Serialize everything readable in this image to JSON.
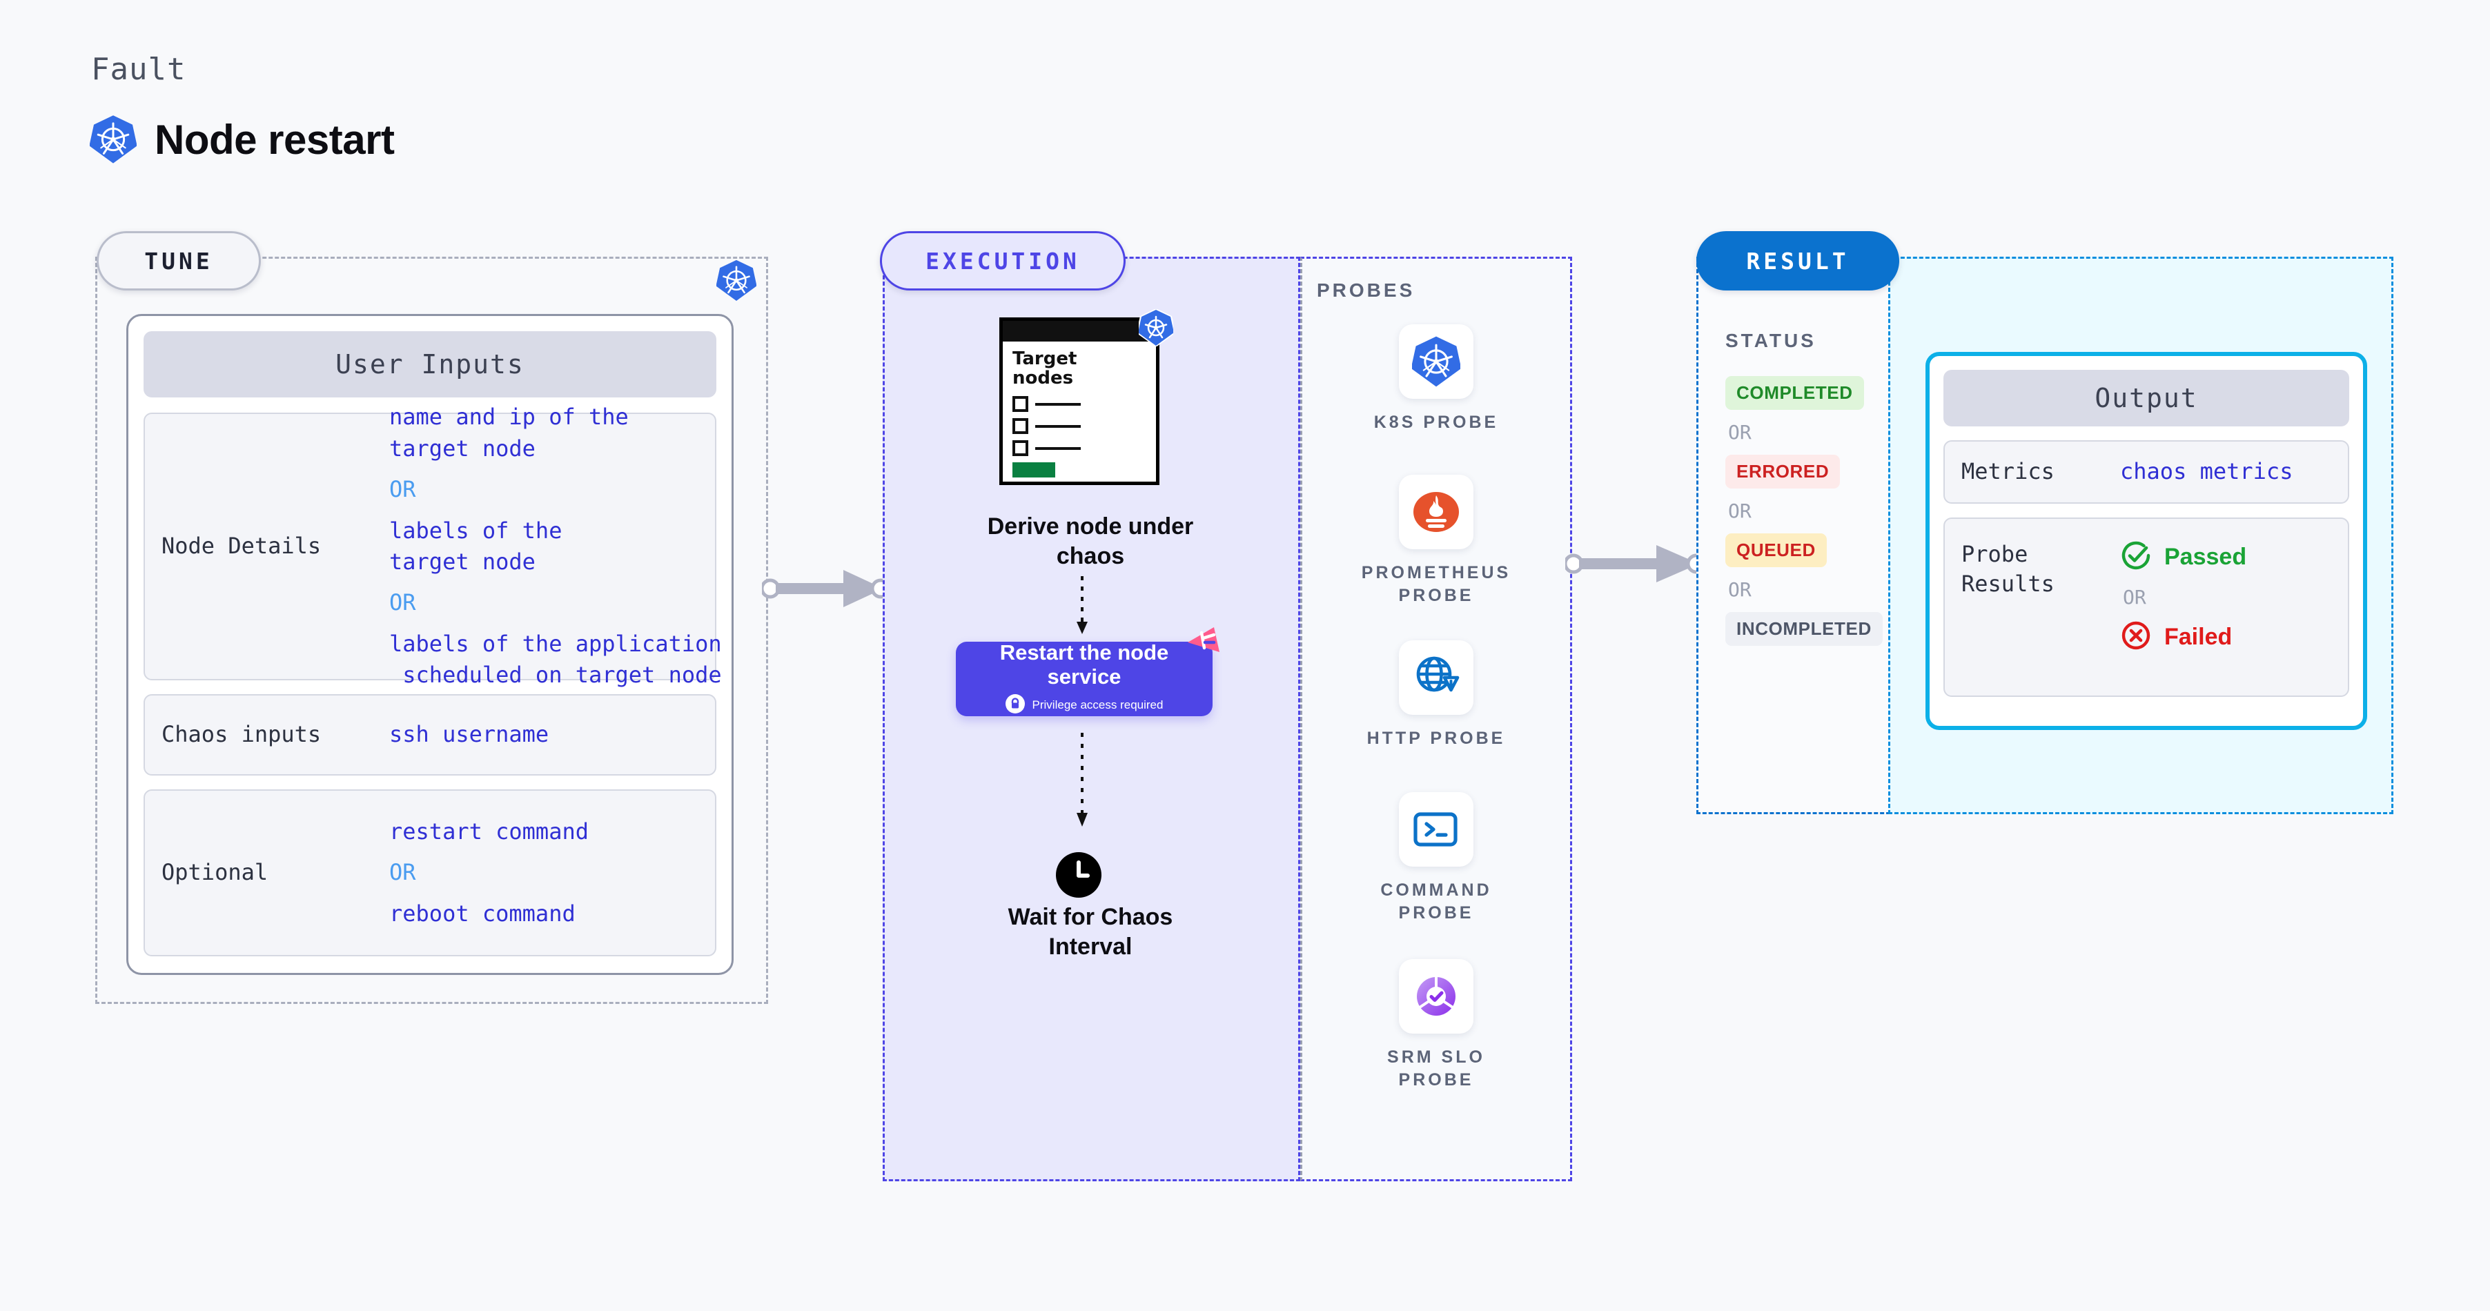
{
  "header": {
    "eyebrow": "Fault",
    "title": "Node restart",
    "icon": "kubernetes-icon"
  },
  "panels": {
    "tune": {
      "tag": "TUNE",
      "badge_icon": "kubernetes-icon",
      "card": {
        "header": "User Inputs",
        "rows": [
          {
            "key": "Node Details",
            "values": [
              "name and ip of the\ntarget node",
              "labels of the\ntarget node",
              "labels of the application\n scheduled on target node"
            ],
            "separator": "OR"
          },
          {
            "key": "Chaos inputs",
            "values": [
              "ssh username"
            ],
            "separator": ""
          },
          {
            "key": "Optional",
            "values": [
              "restart command",
              "reboot command"
            ],
            "separator": "OR"
          }
        ]
      }
    },
    "execution": {
      "tag": "EXECUTION",
      "steps": [
        {
          "card_title": "Target\nnodes",
          "card_badge_icon": "kubernetes-icon",
          "label": "Derive node under\nchaos"
        },
        {
          "label": "Restart the node\nservice",
          "sub_label": "Privilege access required",
          "sub_icon": "lock-icon",
          "badge_icon": "litmus-chaos-icon"
        },
        {
          "icon": "clock-icon",
          "label": "Wait for Chaos\nInterval"
        }
      ]
    },
    "probes": {
      "label": "PROBES",
      "items": [
        {
          "name": "K8S PROBE",
          "icon": "kubernetes-icon"
        },
        {
          "name": "PROMETHEUS\nPROBE",
          "icon": "prometheus-icon"
        },
        {
          "name": "HTTP PROBE",
          "icon": "globe-warning-icon"
        },
        {
          "name": "COMMAND\nPROBE",
          "icon": "terminal-icon"
        },
        {
          "name": "SRM SLO\nPROBE",
          "icon": "srm-slo-icon"
        }
      ]
    },
    "result": {
      "tag": "RESULT",
      "status_label": "STATUS",
      "separator": "OR",
      "statuses": [
        {
          "label": "COMPLETED",
          "color": "#1f8a29",
          "bg": "#dff5da"
        },
        {
          "label": "ERRORED",
          "color": "#cc2121",
          "bg": "#fdeaea"
        },
        {
          "label": "QUEUED",
          "color": "#cc2121",
          "bg": "#fdeec2"
        },
        {
          "label": "INCOMPLETED",
          "color": "#4e5668",
          "bg": "#eef0f5"
        }
      ],
      "output": {
        "header": "Output",
        "rows": [
          {
            "key": "Metrics",
            "value": "chaos metrics"
          },
          {
            "key": "Probe\nResults",
            "pass_label": "Passed",
            "pass_icon": "check-circle-icon",
            "separator": "OR",
            "fail_label": "Failed",
            "fail_icon": "x-circle-icon"
          }
        ]
      }
    }
  },
  "connectors": [
    {
      "name": "tune-to-execution"
    },
    {
      "name": "execution-to-result"
    }
  ],
  "colors": {
    "k8s_blue": "#326ce5",
    "purple": "#4e45e6",
    "mono_value_blue": "#2f2fd4",
    "or_blue": "#4a9cf0",
    "result_blue": "#0b72ce",
    "output_cyan": "#0cb0e8",
    "pass_green": "#1aa336",
    "fail_red": "#e01b1b",
    "prometheus_orange": "#e6522c",
    "litmus_pink": "#ff5c8d"
  }
}
